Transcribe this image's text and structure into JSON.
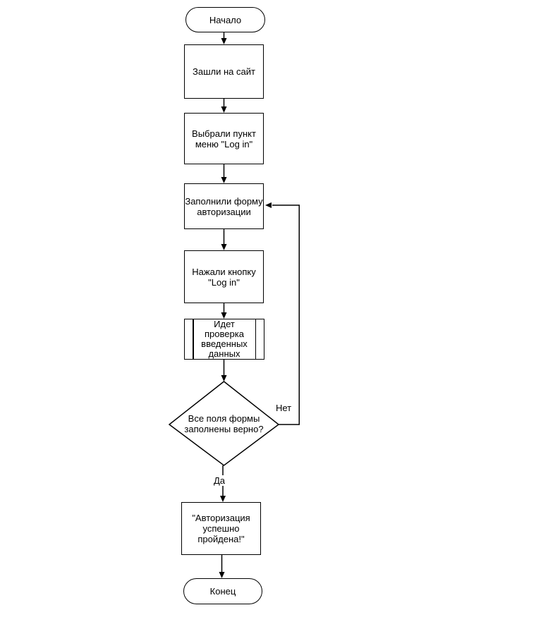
{
  "canvas": {
    "background": "#ffffff",
    "stroke_color": "#000000",
    "text_color": "#000000"
  },
  "flowchart": {
    "nodes": {
      "start": {
        "type": "terminator",
        "label": "Начало"
      },
      "visit_site": {
        "type": "process",
        "label": "Зашли на сайт"
      },
      "select_login_menu": {
        "type": "process",
        "label": "Выбрали пункт\nменю \"Log in\""
      },
      "fill_auth_form": {
        "type": "process",
        "label": "Заполнили форму\nавторизации"
      },
      "press_login_button": {
        "type": "process",
        "label": "Нажали кнопку\n\"Log in\""
      },
      "data_validation": {
        "type": "predefined_process",
        "label": "Идет\nпроверка\nвведенных\nданных"
      },
      "fields_valid_decision": {
        "type": "decision",
        "label": "Все поля формы\nзаполнены верно?"
      },
      "success_message": {
        "type": "process",
        "label": "\"Авторизация\nуспешно\nпройдена!\""
      },
      "end": {
        "type": "terminator",
        "label": "Конец"
      }
    },
    "edge_labels": {
      "no": "Нет",
      "yes": "Да"
    }
  }
}
